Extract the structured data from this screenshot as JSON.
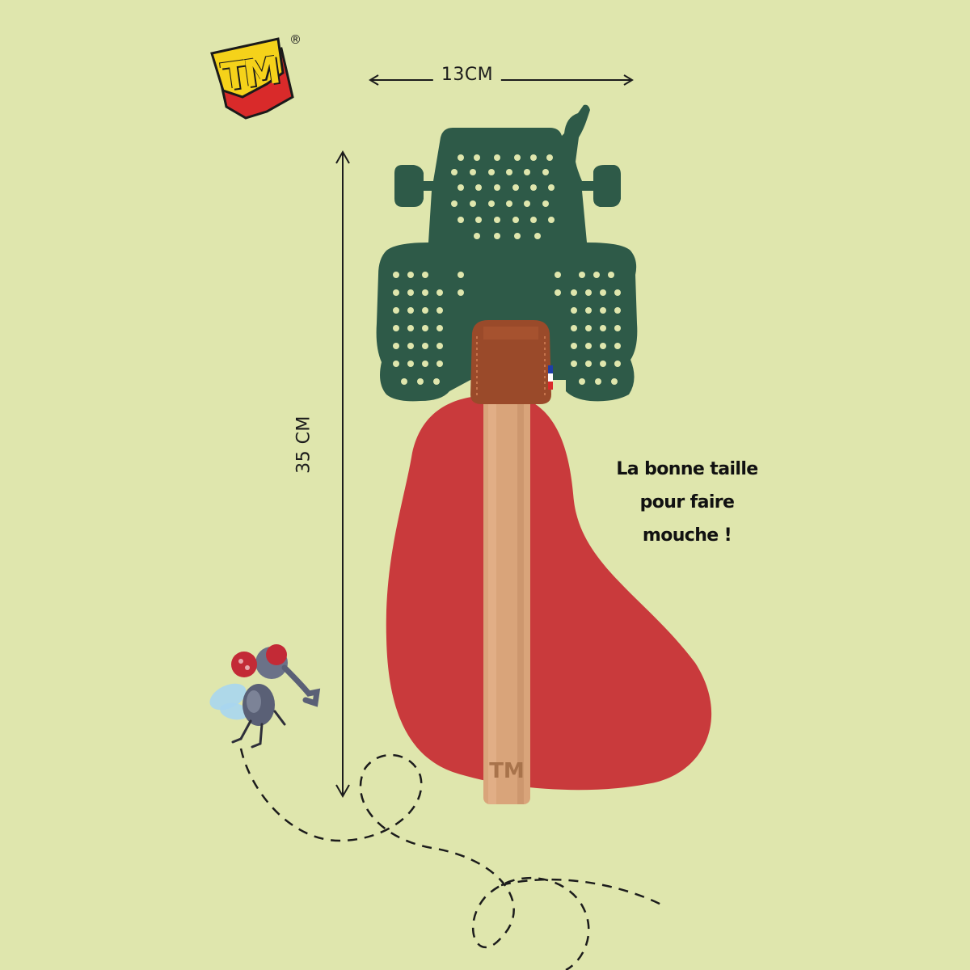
{
  "brand": {
    "logo_text": "TM",
    "registered_mark": "®",
    "logo_colors": {
      "yellow": "#f5d21a",
      "red": "#d92a2a",
      "outline": "#1a1a1a"
    }
  },
  "dimensions": {
    "width_label": "13CM",
    "height_label": "35 CM"
  },
  "tagline": {
    "line1": "La bonne taille",
    "line2": "pour faire",
    "line3": "mouche !"
  },
  "product": {
    "description_icons": [
      "tractor-swatter-head-icon",
      "leather-sleeve-icon",
      "french-flag-icon",
      "wooden-handle-icon"
    ],
    "colors": {
      "swatter_green": "#2e5a48",
      "leather_brown": "#9a4a2a",
      "handle_wood": "#d9a47a",
      "blob_red": "#c93a3c"
    }
  },
  "decorations": {
    "fly_icon": "fly-cartoon-icon",
    "flight_path": "dashed-flight-path"
  },
  "background_color": "#dfe6ad"
}
